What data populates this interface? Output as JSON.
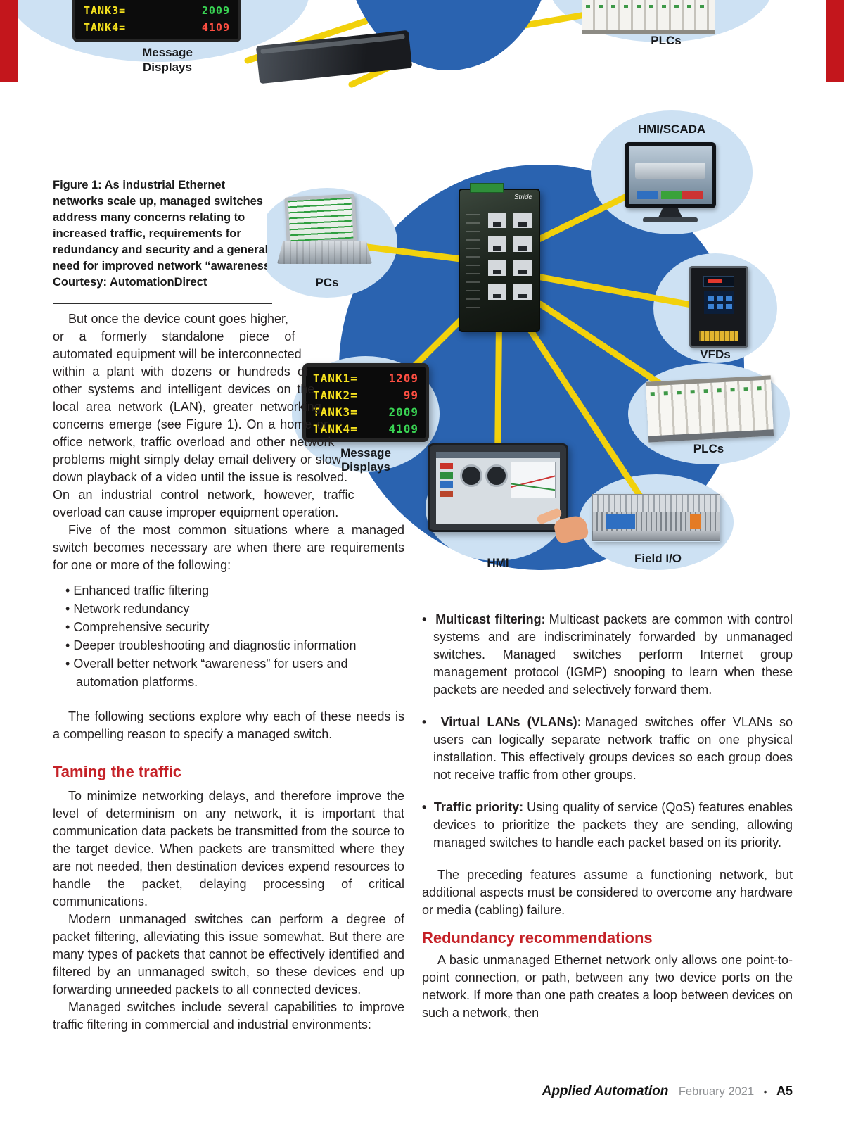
{
  "banner": {
    "message_displays_label": "Message Displays",
    "plcs_label": "PLCs",
    "sign_rows": [
      {
        "label": "TANK3=",
        "value": "2009",
        "color": "#39d353"
      },
      {
        "label": "TANK4=",
        "value": "4109",
        "color": "#ff4f42"
      }
    ]
  },
  "figure": {
    "caption_text": "Figure 1: As industrial Ethernet networks scale up, managed switches address many concerns relating to increased traffic, requirements for redundancy and security and a general need for improved network “awareness.”",
    "caption_credit": "Courtesy: AutomationDirect",
    "switch_brand": "Stride",
    "nodes": {
      "pcs": "PCs",
      "hmi_scada": "HMI/SCADA",
      "vfds": "VFDs",
      "plcs": "PLCs",
      "message_displays": "Message Displays",
      "hmi": "HMI",
      "field_io": "Field I/O"
    },
    "led_rows": [
      {
        "label": "TANK1=",
        "value": "1209",
        "color": "#ff4f42"
      },
      {
        "label": "TANK2=",
        "value": "99",
        "color": "#ff4f42"
      },
      {
        "label": "TANK3=",
        "value": "2009",
        "color": "#39d353"
      },
      {
        "label": "TANK4=",
        "value": "4109",
        "color": "#39d353"
      }
    ],
    "colors": {
      "hub_circle": "#2a63b0",
      "node_bubble": "#cde1f3",
      "cable": "#f2d10c",
      "accent_red": "#c52127"
    }
  },
  "article": {
    "left": {
      "para1": "But once the device count goes higher, or a formerly standalone piece of automated equipment will be interconnected within a plant with dozens or hundreds of other systems and intelligent devices on the local area network (LAN), greater networking concerns emerge (see Figure 1). On a home or office network, traffic overload and other network problems might simply delay email delivery or slow down playback of a video until the issue is resolved. On an industrial control network, however, traffic overload can cause improper equipment operation.",
      "para2": "Five of the most common situations where a managed switch becomes necessary are when there are requirements for one or more of the following:",
      "bullets": [
        "Enhanced traffic filtering",
        "Network redundancy",
        "Comprehensive security",
        "Deeper troubleshooting and diagnostic information",
        "Overall better network “awareness” for users and automation platforms."
      ],
      "para3": "The following sections explore why each of these needs is a compelling reason to specify a managed switch.",
      "heading": "Taming the traffic",
      "para4": "To minimize networking delays, and therefore improve the level of determinism on any network, it is important that communication data packets be transmitted from the source to the target device. When packets are transmitted where they are not needed, then destination devices expend resources to handle the packet, delaying processing of critical communications.",
      "para5": "Modern unmanaged switches can perform a degree of packet filtering, alleviating this issue somewhat. But there are many types of packets that cannot be effectively identified and filtered by an unmanaged switch, so these devices end up forwarding unneeded packets to all connected devices.",
      "para6": "Managed switches include several capabilities to improve traffic filtering in commercial and industrial environments:"
    },
    "right": {
      "bullets": [
        {
          "lead": "Multicast filtering:",
          "text": "Multicast packets are common with control systems and are indiscriminately forwarded by unmanaged switches. Managed switches perform Internet group management protocol (IGMP) snooping to learn when these packets are needed and selectively forward them."
        },
        {
          "lead": "Virtual LANs (VLANs):",
          "text": "Managed switches offer VLANs so users can logically separate network traffic on one physical installation. This effectively groups devices so each group does not receive traffic from other groups."
        },
        {
          "lead": "Traffic priority:",
          "text": "Using quality of service (QoS) features enables devices to prioritize the packets they are sending, allowing managed switches to handle each packet based on its priority."
        }
      ],
      "para1": "The preceding features assume a functioning network, but additional aspects must be considered to overcome any hardware or media (cabling) failure.",
      "heading": "Redundancy recommendations",
      "para2": "A basic unmanaged Ethernet network only allows one point-to-point connection, or path, between any two device ports on the network. If more than one path creates a loop between devices on such a network, then"
    }
  },
  "footer": {
    "magazine": "Applied Automation",
    "issue": "February 2021",
    "separator": "•",
    "page_number": "A5"
  }
}
